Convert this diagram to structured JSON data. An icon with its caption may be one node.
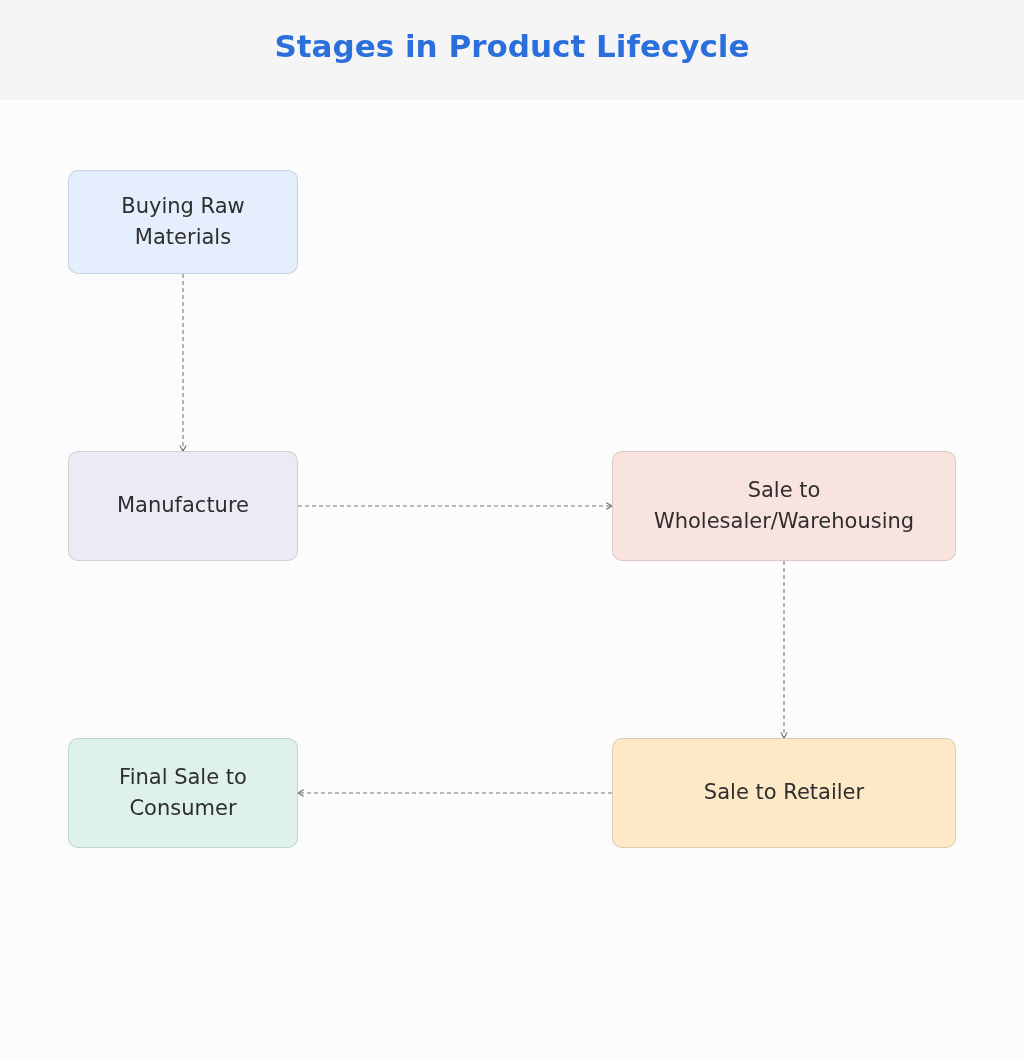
{
  "diagram": {
    "title": "Stages in Product Lifecycle",
    "nodes": [
      {
        "text": [
          "Buying Raw Materials"
        ]
      },
      {
        "text": [
          "Manufacture"
        ]
      },
      {
        "text": [
          "Sale to Wholesaler/Warehousing"
        ]
      },
      {
        "text": [
          "Sale to Retailer"
        ]
      },
      {
        "text": [
          "Final Sale to Consumer"
        ]
      }
    ],
    "edges": [
      {
        "from": 0,
        "to": 1,
        "arrow": "to",
        "style": "dashed"
      },
      {
        "from": 1,
        "to": 2,
        "arrow": "to",
        "style": "dashed"
      },
      {
        "from": 2,
        "to": 3,
        "arrow": "to",
        "style": "dashed"
      },
      {
        "from": 3,
        "to": 4,
        "arrow": "to",
        "style": "dashed"
      }
    ]
  }
}
